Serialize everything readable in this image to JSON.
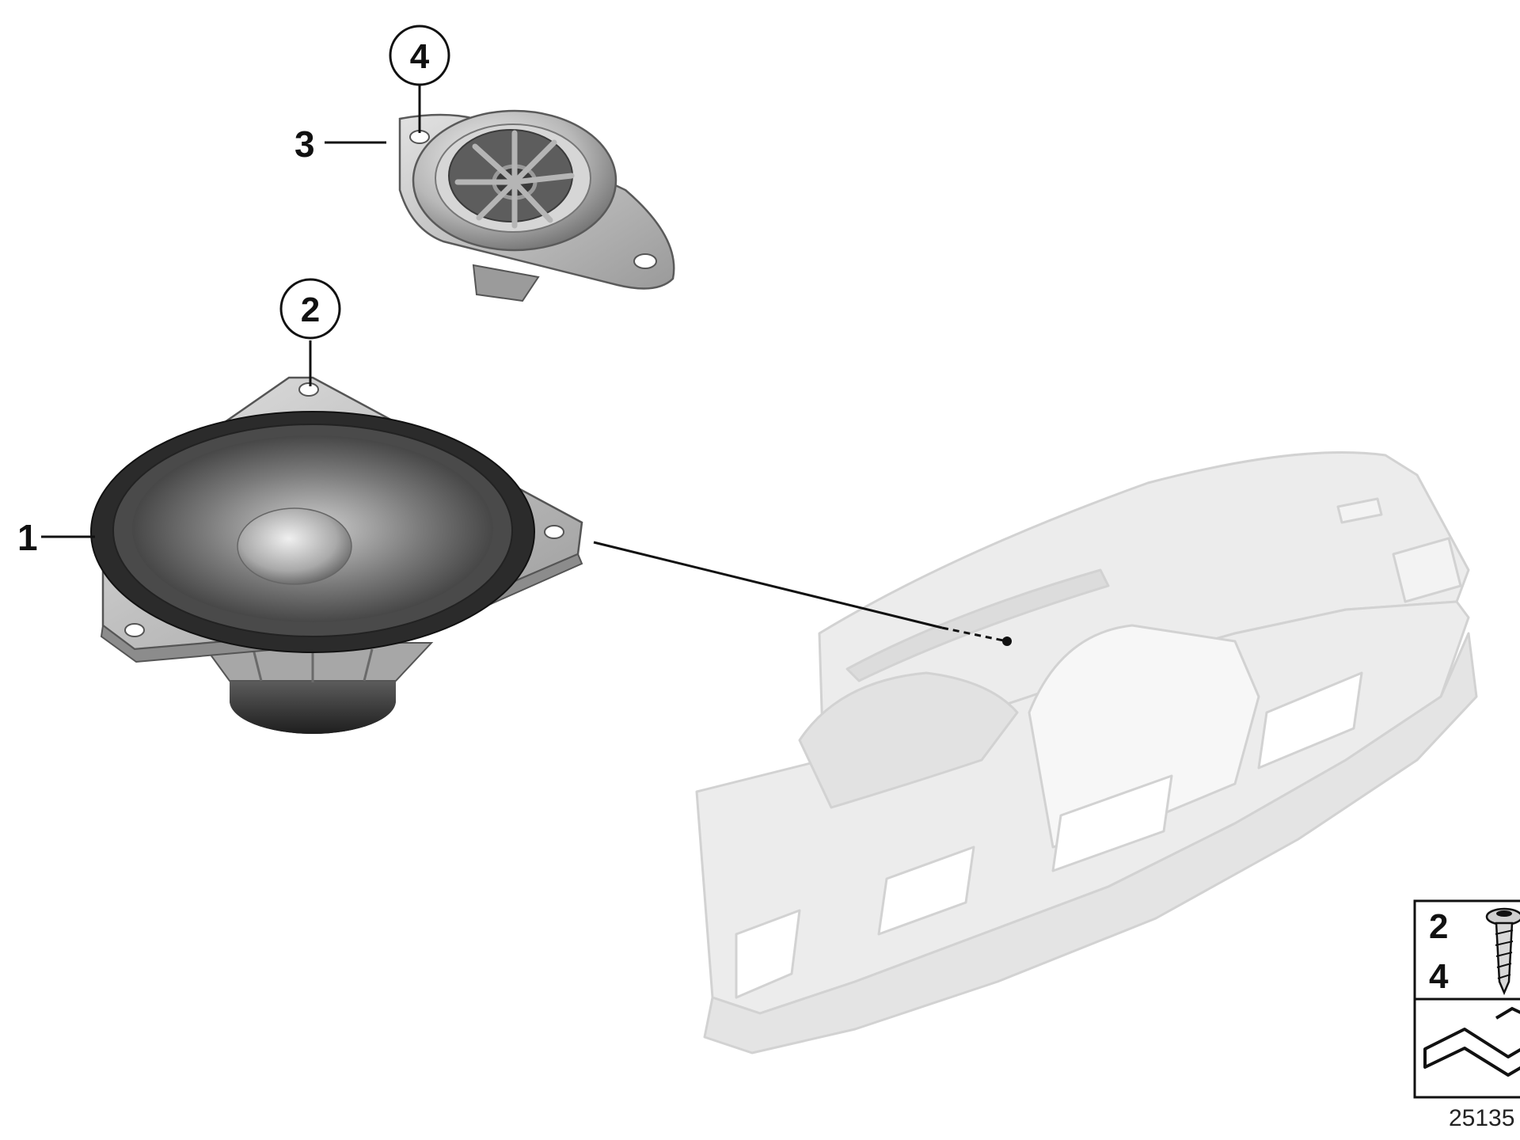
{
  "callouts": {
    "part_1": "1",
    "part_2": "2",
    "part_3": "3",
    "part_4": "4"
  },
  "legend": {
    "num_top": "2",
    "num_bottom": "4"
  },
  "diagram_id": "25135",
  "colors": {
    "line": "#111111",
    "speaker_dark": "#2b2b2b",
    "speaker_mid": "#8e8e8e",
    "speaker_light": "#c9c9c9",
    "dashboard_fill": "#ececec",
    "dashboard_stroke": "#d2d2d2"
  },
  "icons": {
    "screw": "screw-icon",
    "bracket": "angled-bracket-icon"
  }
}
